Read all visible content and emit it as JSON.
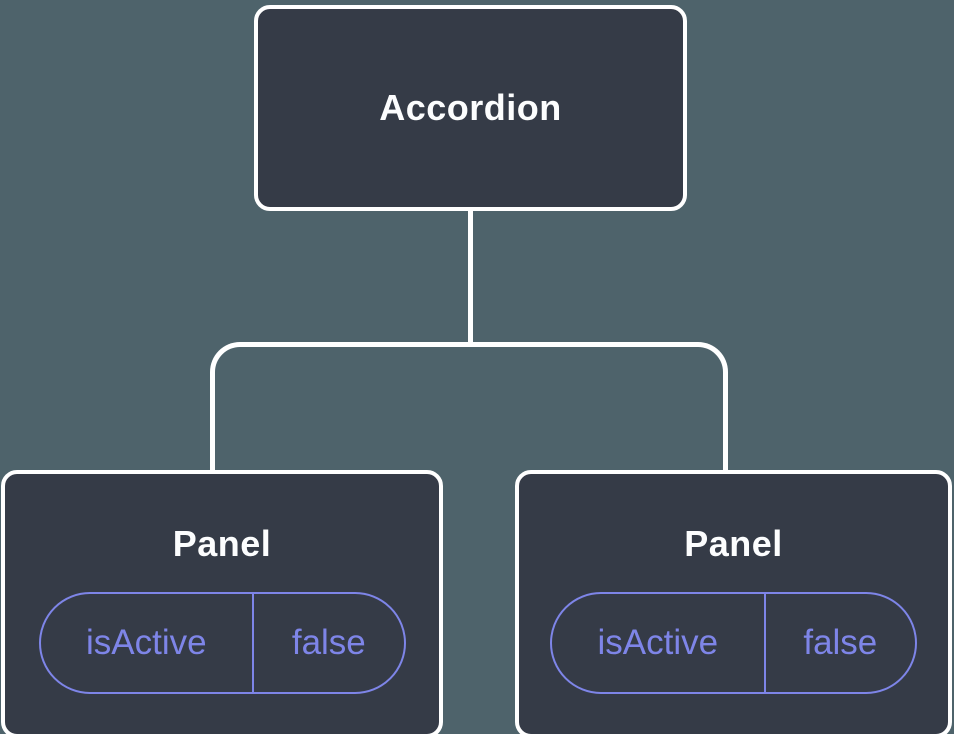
{
  "diagram": {
    "description": "Component tree diagram: an Accordion parent node connected to two Panel child nodes, each holding an isActive state pill",
    "root": {
      "label": "Accordion"
    },
    "children": [
      {
        "label": "Panel",
        "state": {
          "key": "isActive",
          "value": "false"
        }
      },
      {
        "label": "Panel",
        "state": {
          "key": "isActive",
          "value": "false"
        }
      }
    ],
    "colors": {
      "background": "#4E636B",
      "node_fill": "#353B47",
      "node_border": "#FFFFFF",
      "connector": "#FFFFFF",
      "state_accent": "#7E85E8",
      "title_text": "#FCFDFE"
    }
  }
}
